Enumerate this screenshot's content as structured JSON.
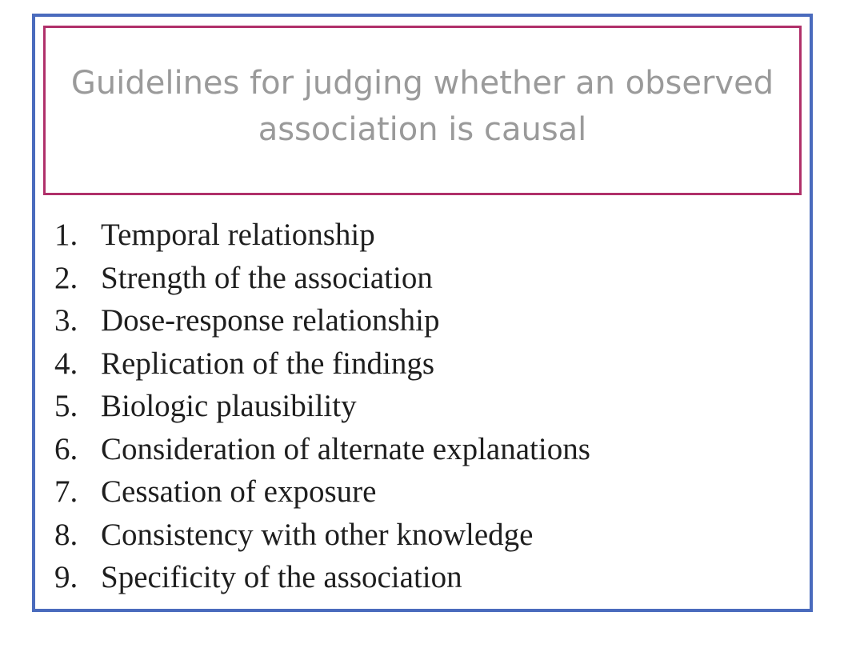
{
  "title": "Guidelines for judging whether an observed association is causal",
  "criteria": [
    {
      "num": "1.",
      "label": "Temporal relationship"
    },
    {
      "num": "2.",
      "label": "Strength of the association"
    },
    {
      "num": "3.",
      "label": "Dose-response relationship"
    },
    {
      "num": "4.",
      "label": "Replication of the findings"
    },
    {
      "num": "5.",
      "label": "Biologic plausibility"
    },
    {
      "num": "6.",
      "label": "Consideration of alternate explanations"
    },
    {
      "num": "7.",
      "label": "Cessation of exposure"
    },
    {
      "num": "8.",
      "label": "Consistency with other knowledge"
    },
    {
      "num": "9.",
      "label": "Specificity of the association"
    }
  ],
  "colors": {
    "outer_border": "#4a6bbd",
    "title_border": "#b0306a",
    "title_text": "#9a9a9a",
    "body_text": "#1e1e1e"
  }
}
